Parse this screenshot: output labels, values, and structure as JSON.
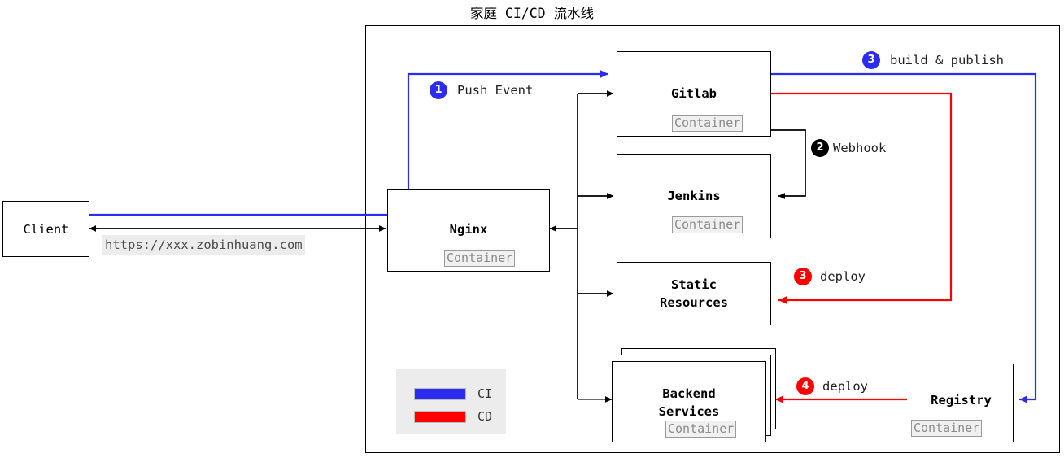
{
  "title": "家庭 CI/CD 流水线",
  "nodes": {
    "client": {
      "label": "Client"
    },
    "nginx": {
      "label": "Nginx",
      "container": "Container"
    },
    "gitlab": {
      "label": "Gitlab",
      "container": "Container"
    },
    "jenkins": {
      "label": "Jenkins",
      "container": "Container"
    },
    "static_resources": {
      "label_line1": "Static",
      "label_line2": "Resources"
    },
    "backend_services": {
      "label_line1": "Backend",
      "label_line2": "Services",
      "container": "Container"
    },
    "registry": {
      "label": "Registry",
      "container": "Container"
    }
  },
  "url_chip": "https://xxx.zobinhuang.com",
  "legend": {
    "items": [
      {
        "label": "CI",
        "color": "#2c2cf0"
      },
      {
        "label": "CD",
        "color": "#ff0000"
      }
    ]
  },
  "steps": [
    {
      "number": "1",
      "label": "Push Event",
      "color": "#2c2cf0"
    },
    {
      "number": "2",
      "label": "Webhook",
      "color": "#000000"
    },
    {
      "number": "3",
      "label": "build & publish",
      "color": "#2c2cf0"
    },
    {
      "number": "3",
      "label": "deploy",
      "color": "#ff0000"
    },
    {
      "number": "4",
      "label": "deploy",
      "color": "#ff0000"
    }
  ],
  "colors": {
    "ci": "#2c2cf0",
    "cd": "#ff0000",
    "edge": "#000000",
    "group_border": "#000000",
    "chip_bg": "#ececec"
  }
}
